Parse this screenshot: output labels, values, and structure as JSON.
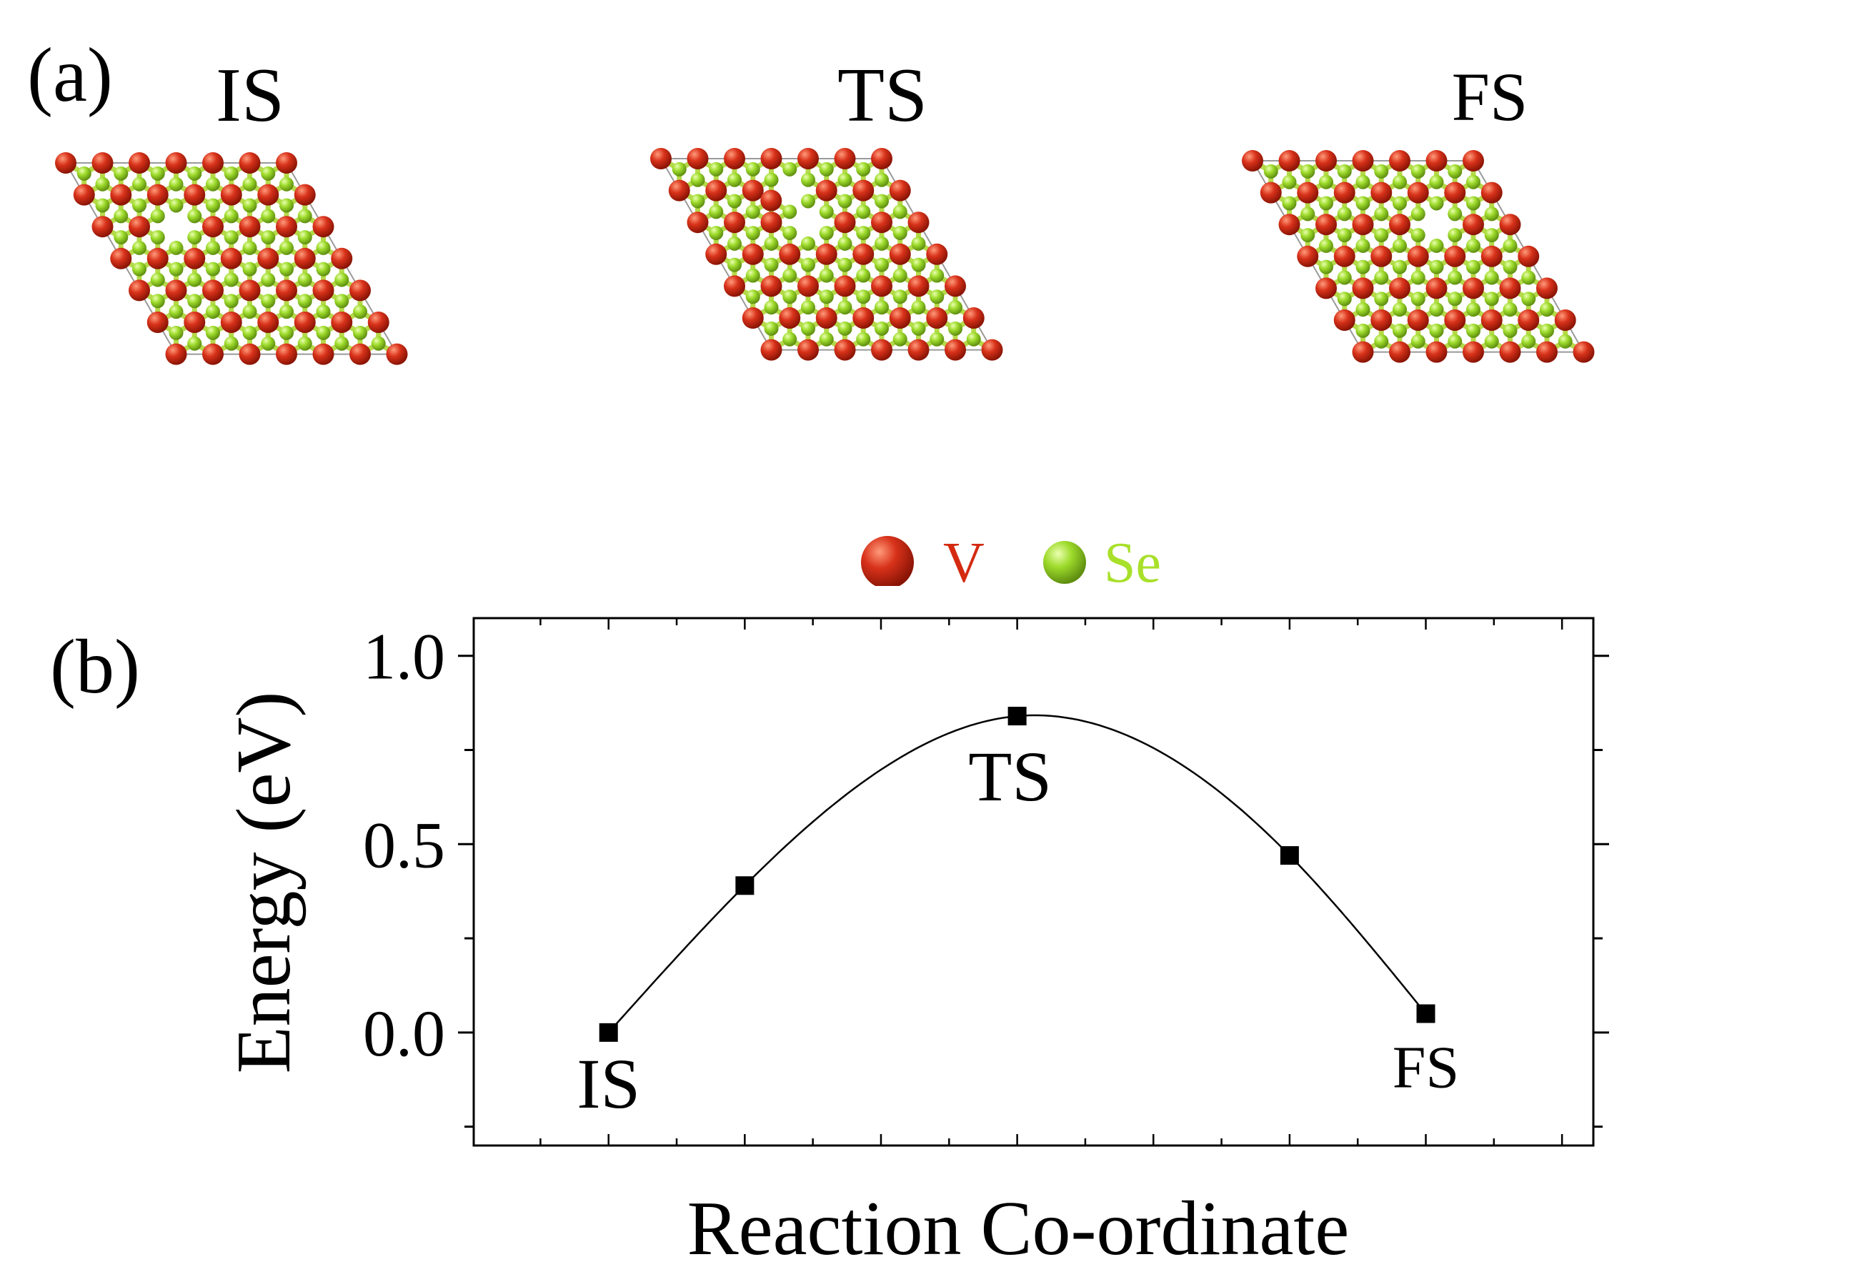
{
  "panel_a": {
    "label": "(a)",
    "states": [
      "IS",
      "TS",
      "FS"
    ],
    "legend": [
      {
        "element": "V",
        "color": "#d42a10"
      },
      {
        "element": "Se",
        "color": "#a8e02a"
      }
    ],
    "atom_colors": {
      "V": "#d8321a",
      "Se": "#9edb2c",
      "bond": "#b5d94a",
      "cell": "#9a9a9a"
    }
  },
  "panel_b": {
    "label": "(b)"
  },
  "chart_data": {
    "type": "line",
    "xlabel": "Reaction Co-ordinate",
    "ylabel": "Energy (eV)",
    "x": [
      0,
      1,
      3,
      5,
      6
    ],
    "y": [
      0.0,
      0.39,
      0.84,
      0.47,
      0.05
    ],
    "xlim": [
      -0.99,
      7.23
    ],
    "ylim": [
      -0.3,
      1.1
    ],
    "yticks": [
      0.0,
      0.5,
      1.0
    ],
    "ytick_labels": [
      "0.0",
      "0.5",
      "1.0"
    ],
    "point_annotations": [
      {
        "text": "IS",
        "x": 0,
        "y": 0.0
      },
      {
        "text": "TS",
        "x": 3,
        "y": 0.84
      },
      {
        "text": "FS",
        "x": 6,
        "y": 0.05
      }
    ],
    "marker": "square",
    "line_style": "smooth"
  }
}
